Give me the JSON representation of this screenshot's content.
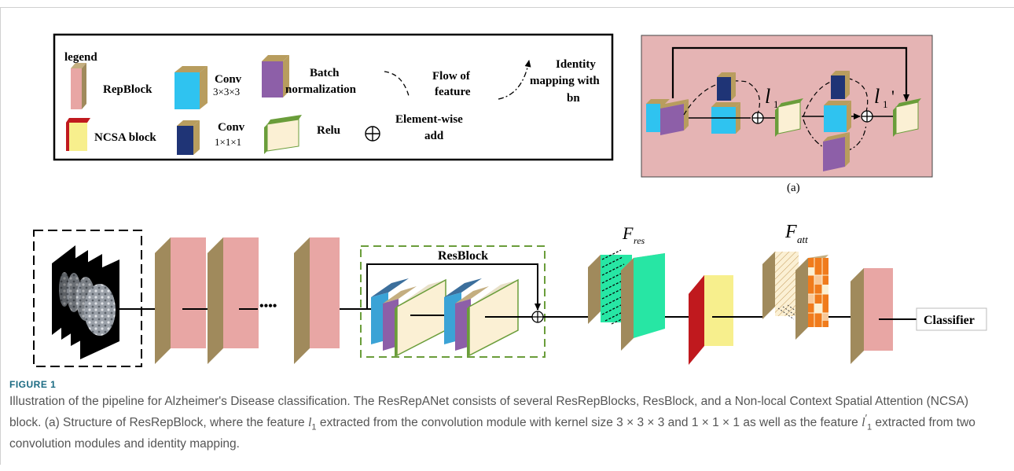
{
  "legend": {
    "title": "legend",
    "repblock": "RepBlock",
    "conv3_line1": "Conv",
    "conv3_line2": "3×3×3",
    "bn_line1": "Batch",
    "bn_line2": "normalization",
    "flow_line1": "Flow of",
    "flow_line2": "feature",
    "idmap_line1": "Identity",
    "idmap_line2": "mapping with",
    "idmap_line3": "bn",
    "ncsa": "NCSA block",
    "conv1_line1": "Conv",
    "conv1_line2": "1×1×1",
    "relu": "Relu",
    "add_line1": "Element-wise",
    "add_line2": "add"
  },
  "panel_a": {
    "label": "(a)",
    "l1": "l",
    "l1_sub": "1",
    "l1p": "l",
    "l1p_sub": "1",
    "l1p_prime": "'"
  },
  "pipeline": {
    "ellipsis": "••••",
    "resblock": "ResBlock",
    "fres": "F",
    "fres_sub": "res",
    "fatt": "F",
    "fatt_sub": "att",
    "classifier": "Classifier"
  },
  "colors": {
    "repblock_face": "#e8a6a4",
    "repblock_side": "#a08a5c",
    "conv3": "#2fc3f0",
    "conv1": "#1f3476",
    "bn": "#8d5fa8",
    "relu": "#fbf0d4",
    "relu_edge": "#6a9d3a",
    "ncsa_face": "#f7ef8d",
    "ncsa_side": "#c0191e",
    "panel_bg": "#e5b4b4",
    "green_dash": "#6a9d3a",
    "fres_green": "#27e6a4",
    "fatt_orange": "#f07b1c",
    "fig_label": "#1a6a82"
  },
  "figure": {
    "label": "FIGURE 1",
    "caption_1": "Illustration of the pipeline for Alzheimer's Disease classification. The ResRepANet consists of several ResRepBlocks, ResBlock, and a Non-local Context Spatial Attention (NCSA) block. (a) Structure of ResRepBlock, where the feature ",
    "caption_l": "l",
    "caption_l_sub": "1",
    "caption_2": " extracted from the convolution module with kernel size 3 × 3 × 3 and 1 × 1 × 1 as well as the feature ",
    "caption_lp": "l",
    "caption_lp_sup": "′",
    "caption_lp_sub": "1",
    "caption_3": " extracted from two convolution modules and identity mapping."
  }
}
